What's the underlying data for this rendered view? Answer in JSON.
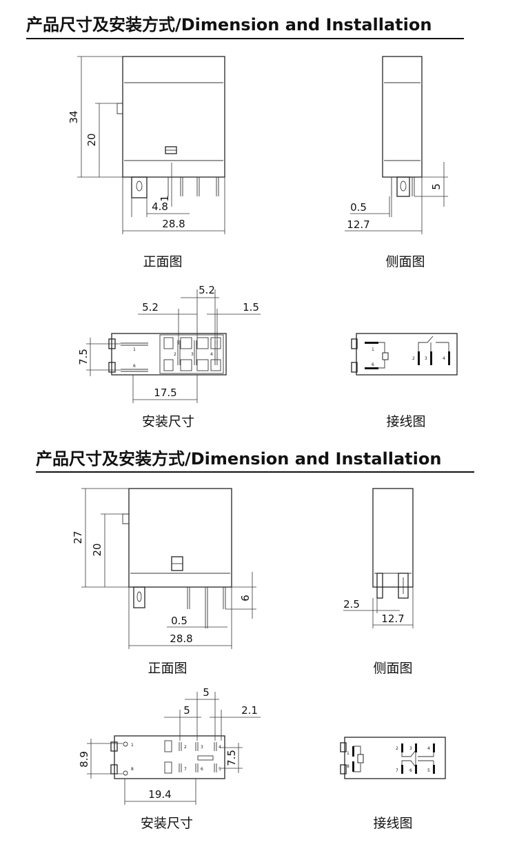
{
  "sections": [
    {
      "title": "产品尺寸及安装方式/Dimension and  Installation",
      "captions": {
        "front": "正面图",
        "side": "侧面图",
        "mount": "安装尺寸",
        "wiring": "接线图"
      },
      "front": {
        "height": "34",
        "upper_height": "20",
        "pin_offset": "1",
        "pin_pitch": "4.8",
        "width": "28.8"
      },
      "side": {
        "pin_length": "5",
        "pin_thickness": "0.5",
        "depth": "12.7"
      },
      "mount": {
        "top_pitch": "5.2",
        "left_pitch": "5.2",
        "right_gap": "1.5",
        "row_pitch": "7.5",
        "span": "17.5"
      },
      "wiring": {
        "pins": [
          "1",
          "6",
          "2",
          "3",
          "4"
        ]
      }
    },
    {
      "title": "产品尺寸及安装方式/Dimension and  Installation",
      "captions": {
        "front": "正面图",
        "side": "侧面图",
        "mount": "安装尺寸",
        "wiring": "接线图"
      },
      "front": {
        "height": "27",
        "upper_height": "20",
        "pin_length": "6",
        "pin_thickness": "0.5",
        "width": "28.8"
      },
      "side": {
        "pin_offset": "2.5",
        "depth": "12.7"
      },
      "mount": {
        "top_pitch": "5",
        "left_pitch": "5",
        "right_gap": "2.1",
        "left_row_pitch": "8.9",
        "right_row_pitch": "7.5",
        "span": "19.4"
      },
      "wiring": {
        "pins": [
          "1",
          "8",
          "2",
          "3",
          "4",
          "7",
          "6",
          "5"
        ]
      }
    }
  ]
}
